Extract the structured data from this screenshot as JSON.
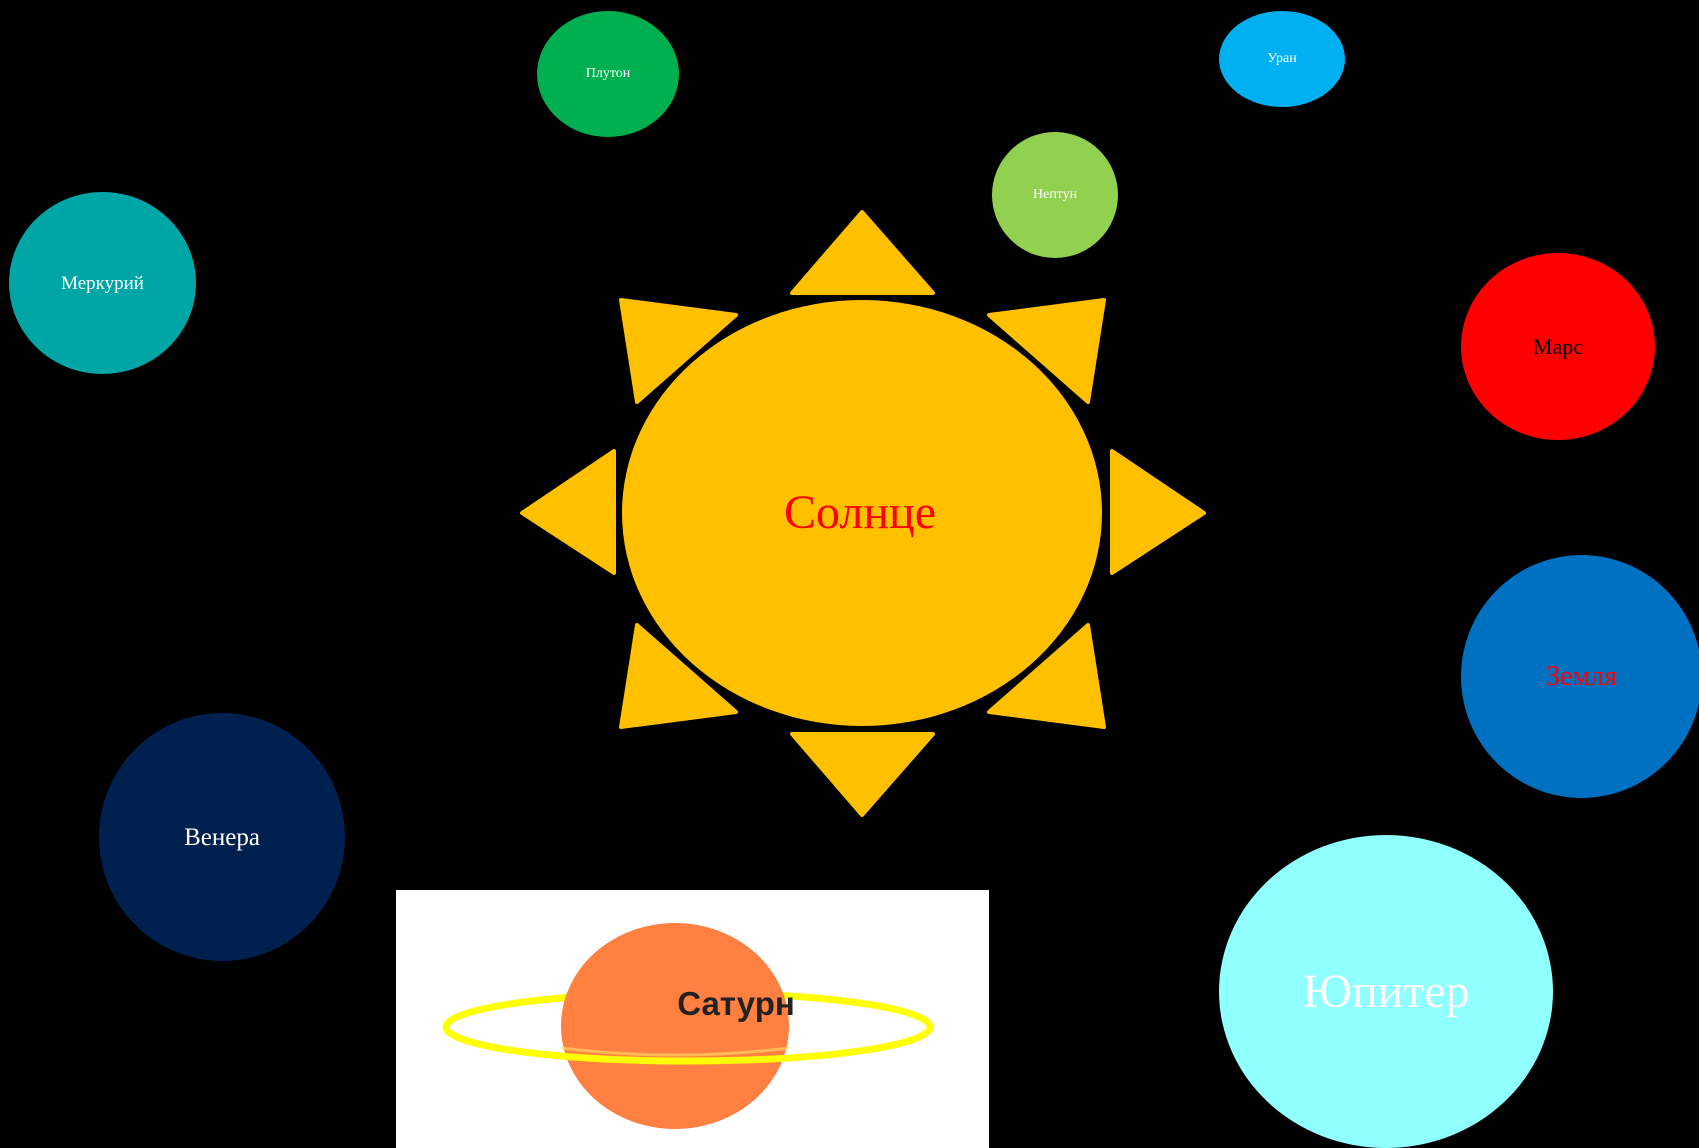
{
  "sun": {
    "label": "Солнце",
    "color": "#ffc000",
    "label_color": "#ff0000"
  },
  "planets": [
    {
      "id": "pluto",
      "label": "Плутон",
      "color": "#00b050",
      "text_color": "#ffffff"
    },
    {
      "id": "uranus",
      "label": "Уран",
      "color": "#00b0f0",
      "text_color": "#ffffff"
    },
    {
      "id": "neptune",
      "label": "Нептун",
      "color": "#92d050",
      "text_color": "#ffffff"
    },
    {
      "id": "mercury",
      "label": "Меркурий",
      "color": "#00a6a6",
      "text_color": "#ffffff"
    },
    {
      "id": "mars",
      "label": "Марс",
      "color": "#ff0000",
      "text_color": "#000000"
    },
    {
      "id": "earth",
      "label": "Земля",
      "color": "#0070c0",
      "text_color": "#ff0000"
    },
    {
      "id": "venus",
      "label": "Венера",
      "color": "#002050",
      "text_color": "#ffffff"
    },
    {
      "id": "jupiter",
      "label": "Юпитер",
      "color": "#8fffff",
      "text_color": "#ffffff"
    }
  ],
  "saturn": {
    "label": "Сатурн",
    "planet_color": "#ff8040",
    "ring_color": "#ffff00",
    "background": "#ffffff"
  }
}
